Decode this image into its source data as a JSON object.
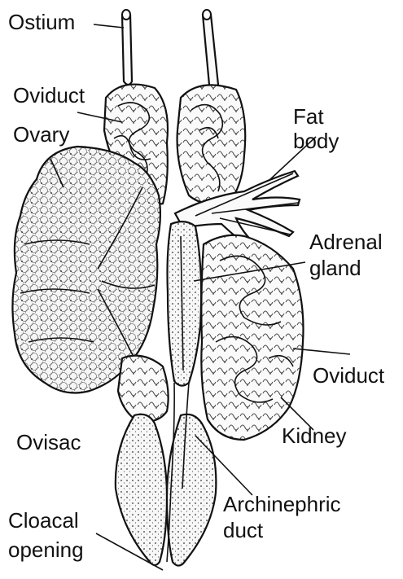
{
  "diagram": {
    "labels": {
      "ostium": "Ostium",
      "oviduct_top": "Oviduct",
      "ovary": "Ovary",
      "fat_body_1": "Fat",
      "fat_body_2": "body",
      "adrenal_1": "Adrenal",
      "adrenal_2": "gland",
      "oviduct_right": "Oviduct",
      "ovisac": "Ovisac",
      "kidney": "Kidney",
      "archinephric_1": "Archinephric",
      "archinephric_2": "duct",
      "cloacal_1": "Cloacal",
      "cloacal_2": "opening"
    }
  },
  "colors": {
    "ink": "#111111",
    "paper": "#ffffff",
    "organ_fill": "#f4f4f4",
    "kidney_fill": "#e9e9e9"
  }
}
